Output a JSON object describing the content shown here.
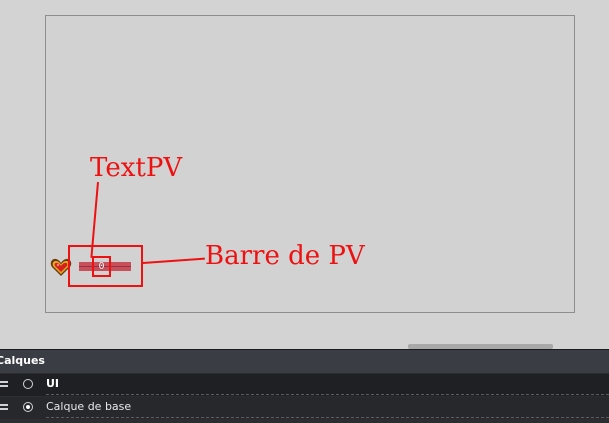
{
  "scene": {
    "hp_value": "0",
    "hp_bar_fill_fraction": 1.0
  },
  "annotations": {
    "text_pv_label": "TextPV",
    "bar_label": "Barre de PV"
  },
  "layers_panel": {
    "title": "Calques",
    "layers": [
      {
        "name": "UI",
        "visible_icon": "radio-unselected-icon",
        "selected": false
      },
      {
        "name": "Calque de base",
        "visible_icon": "radio-selected-icon",
        "selected": true
      }
    ]
  },
  "colors": {
    "annotation": "#ee1111",
    "hp_bar": "#c8505a",
    "panel_bg": "#2b2d31"
  }
}
